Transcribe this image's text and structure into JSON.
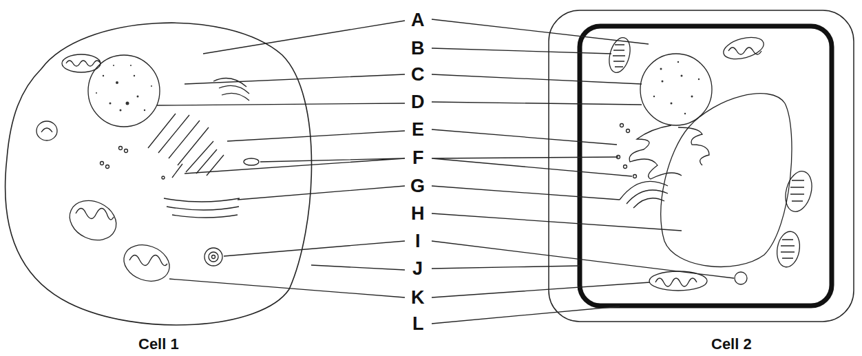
{
  "diagram": {
    "labels": [
      "A",
      "B",
      "C",
      "D",
      "E",
      "F",
      "G",
      "H",
      "I",
      "J",
      "K",
      "L",
      "Cell 1",
      "Cell 2"
    ]
  }
}
